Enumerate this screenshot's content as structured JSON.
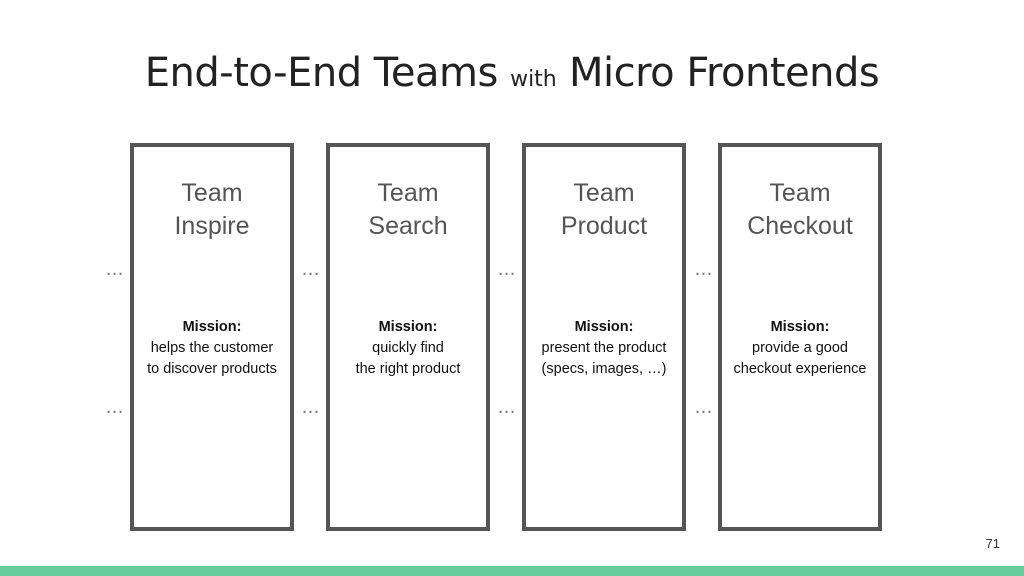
{
  "title": {
    "main_before": "End-to-End Teams ",
    "connector": "with",
    "main_after": " Micro Frontends"
  },
  "teams": [
    {
      "name_line1": "Team",
      "name_line2": "Inspire",
      "mission_label": "Mission:",
      "mission_line1": "helps the customer",
      "mission_line2": "to discover products"
    },
    {
      "name_line1": "Team",
      "name_line2": "Search",
      "mission_label": "Mission:",
      "mission_line1": "quickly find",
      "mission_line2": "the right product"
    },
    {
      "name_line1": "Team",
      "name_line2": "Product",
      "mission_label": "Mission:",
      "mission_line1": "present the product",
      "mission_line2": "(specs, images, …)"
    },
    {
      "name_line1": "Team",
      "name_line2": "Checkout",
      "mission_label": "Mission:",
      "mission_line1": "provide a good",
      "mission_line2": "checkout experience"
    }
  ],
  "connector_dots": "…",
  "page_number": "71",
  "colors": {
    "card_border": "#555555",
    "accent_bar": "#66cc99"
  }
}
